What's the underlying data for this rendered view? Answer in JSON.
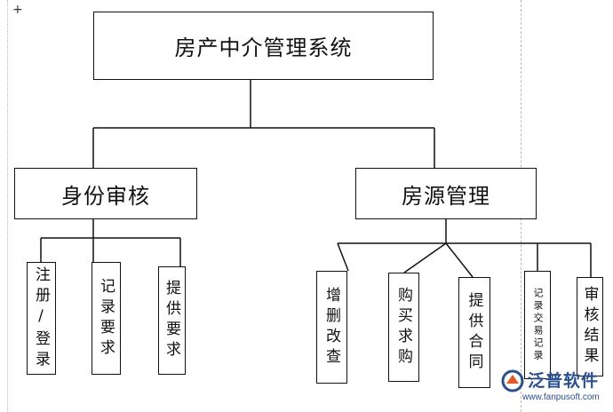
{
  "diagram": {
    "root": "房产中介管理系统",
    "modules": [
      {
        "label": "身份审核",
        "children": [
          "注册/登录",
          "记录要求",
          "提供要求"
        ]
      },
      {
        "label": "房源管理",
        "children": [
          "增删改查",
          "购买求购",
          "提供合同",
          "记录交易记录",
          "审核结果"
        ]
      }
    ]
  },
  "watermark": {
    "brand": "泛普软件",
    "url": "www.fanpusoft.com"
  }
}
